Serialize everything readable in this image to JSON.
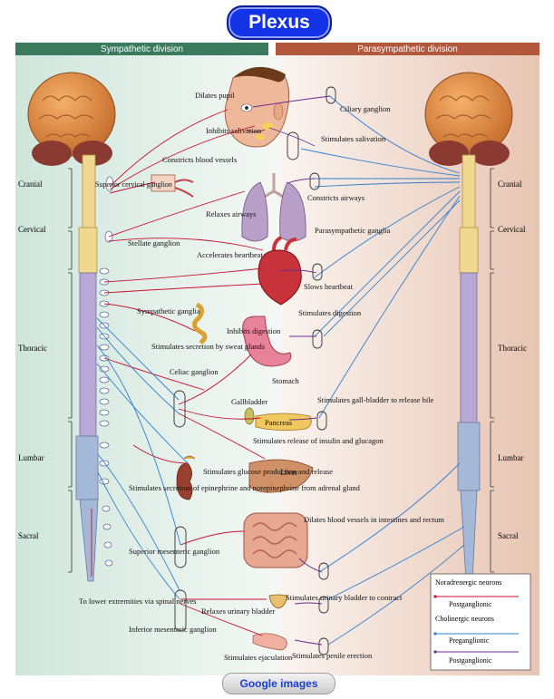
{
  "title": "Plexus",
  "headers": {
    "sympathetic": "Sympathetic division",
    "parasympathetic": "Parasympathetic division"
  },
  "regions_left": [
    "Cranial",
    "Cervical",
    "Thoracic",
    "Lumbar",
    "Sacral"
  ],
  "regions_right": [
    "Cranial",
    "Cervical",
    "Thoracic",
    "Lumbar",
    "Sacral"
  ],
  "ganglia": {
    "superior_cervical": "Superior cervical ganglion",
    "stellate": "Stellate ganglion",
    "sympathetic": "Sympathetic ganglia",
    "celiac": "Celiac ganglion",
    "superior_mesenteric": "Superior mesenteric ganglion",
    "inferior_mesenteric": "Inferior mesenteric ganglion",
    "ciliary": "Ciliary ganglion",
    "parasympathetic": "Parasympathetic ganglia"
  },
  "sympathetic_effects": {
    "dilates_pupil": "Dilates pupil",
    "inhibits_salivation": "Inhibits salivation",
    "constricts_vessels": "Constricts blood vessels",
    "relaxes_airways": "Relaxes airways",
    "accelerates_heartbeat": "Accelerates heartbeat",
    "sweat": "Stimulates secretion by sweat glands",
    "inhibits_digestion": "Inhibits digestion",
    "glucose": "Stimulates glucose production and release",
    "epinephrine": "Stimulates secretion of epinephrine and norepinephrine from adrenal gland",
    "relaxes_bladder": "Relaxes urinary bladder",
    "ejaculation": "Stimulates ejaculation",
    "lower_extremities": "To lower extremities via spinal nerves"
  },
  "parasympathetic_effects": {
    "stimulates_salivation": "Stimulates salivation",
    "constricts_airways": "Constricts airways",
    "slows_heartbeat": "Slows heartbeat",
    "stimulates_digestion": "Stimulates digestion",
    "gallbladder_bile": "Stimulates gall-bladder to release bile",
    "insulin": "Stimulates release of insulin and glucagon",
    "dilates_vessels": "Dilates blood vessels in intestines and rectum",
    "contract_bladder": "Stimulates urinary bladder to contract",
    "penile": "Stimulates penile erection"
  },
  "organs": {
    "stomach": "Stomach",
    "gallbladder": "Gallbladder",
    "pancreas": "Pancreas",
    "liver": "Liver"
  },
  "legend": {
    "noradrenergic": "Noradrenergic neurons",
    "postganglionic_1": "Postganglionic",
    "cholinergic": "Cholinergic neurons",
    "preganglionic": "Preganglionic",
    "postganglionic_2": "Postganglionic"
  },
  "colors": {
    "sympathetic": "#c8102e",
    "parasympathetic": "#2e7fd0",
    "preganglionic": "#6a2c91"
  },
  "footer": {
    "button": "Google images"
  }
}
